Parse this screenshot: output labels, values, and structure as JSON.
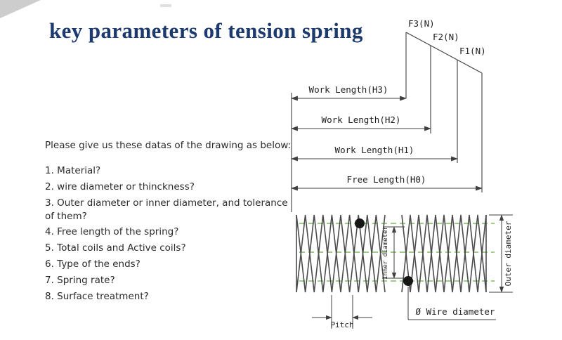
{
  "title": "key parameters of tension spring",
  "notes": {
    "intro": "Please give us these datas of the drawing as below:",
    "items": [
      "1. Material?",
      "2. wire diameter or thinckness?",
      "3. Outer diameter or inner diameter, and tolerance of them?",
      "4. Free length of the spring?",
      "5. Total coils and Active coils?",
      "6. Type of the ends?",
      "7. Spring rate?",
      "8. Surface treatment?"
    ]
  },
  "diagram": {
    "forces": {
      "f3": "F3(N)",
      "f2": "F2(N)",
      "f1": "F1(N)"
    },
    "dims": {
      "h3": "Work Length(H3)",
      "h2": "Work Length(H2)",
      "h1": "Work Length(H1)",
      "h0": "Free Length(H0)",
      "inner": "Inner diameter",
      "outer": "Outer diameter",
      "pitch": "Pitch",
      "wire": "Ø Wire diameter"
    },
    "colors": {
      "line": "#3f3f3f",
      "spring": "#4b4b4b",
      "centerline": "#62ad3e",
      "title": "#1c3a6e"
    }
  }
}
